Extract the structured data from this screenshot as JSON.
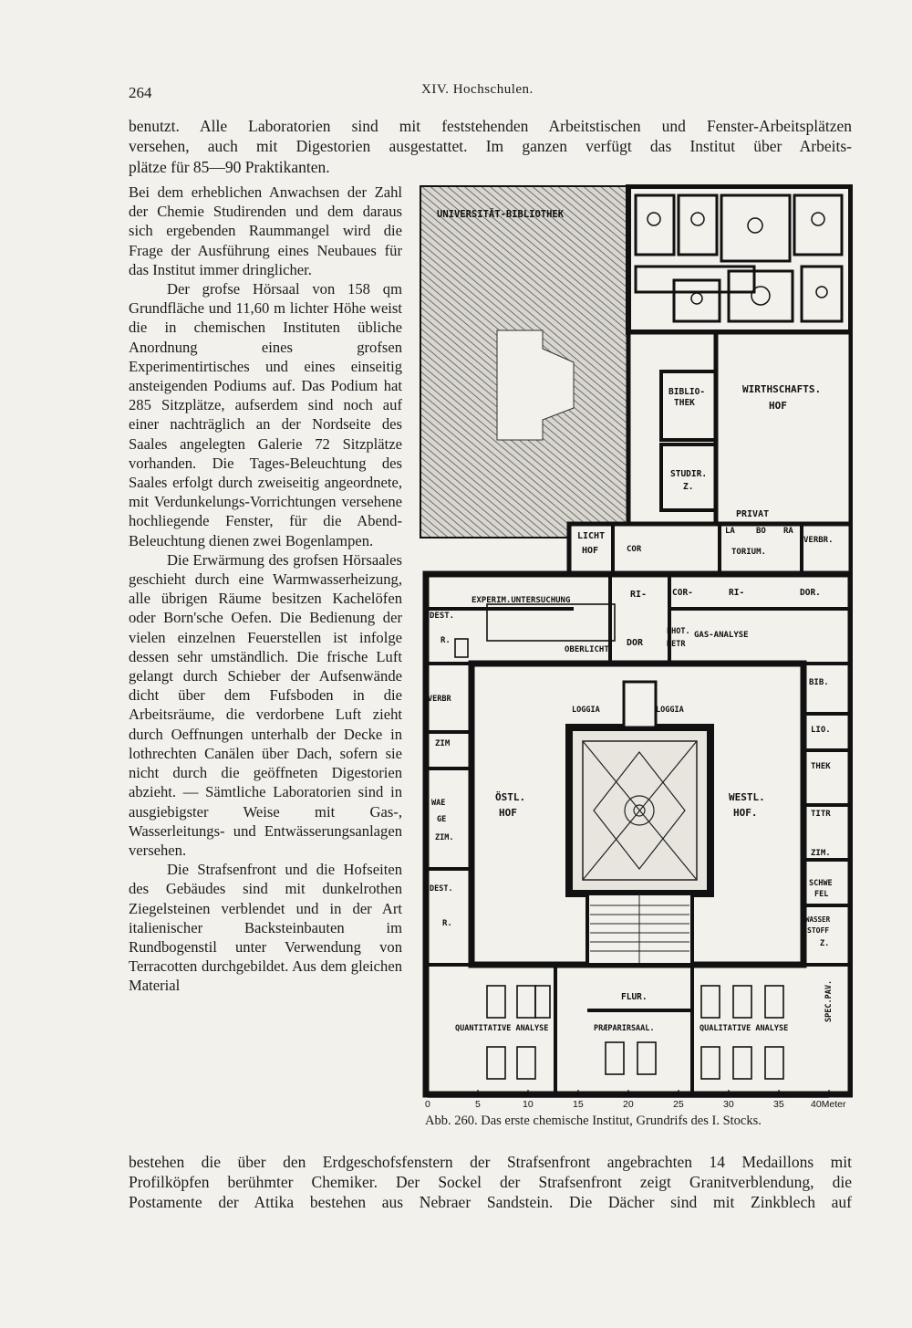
{
  "header": {
    "page_number": "264",
    "running_title": "XIV. Hochschulen."
  },
  "top_lines": [
    "benutzt. Alle Laboratorien sind mit feststehenden Arbeitstischen und Fenster-Arbeitsplätzen",
    "versehen, auch mit Digestorien ausgestattet. Im ganzen verfügt das Institut über Arbeits-",
    "plätze für 85—90 Praktikanten."
  ],
  "column_paragraphs": [
    "Bei dem erheblichen Anwachsen der Zahl der Chemie Studirenden und dem daraus sich ergebenden Raummangel wird die Frage der Ausführung eines Neubaues für das Institut immer dringlicher.",
    "Der grofse Hörsaal von 158 qm Grundfläche und 11,60 m lichter Höhe weist die in chemischen Instituten übliche Anordnung eines grofsen Experimentirtisches und eines einseitig ansteigenden Podiums auf. Das Podium hat 285 Sitzplätze, aufserdem sind noch auf einer nachträglich an der Nordseite des Saales angelegten Galerie 72 Sitzplätze vorhanden. Die Tages-Beleuchtung des Saales erfolgt durch zweiseitig angeordnete, mit Verdunkelungs-Vorrichtungen versehene hochliegende Fenster, für die Abend-Beleuchtung dienen zwei Bogenlampen.",
    "Die Erwärmung des grofsen Hörsaales geschieht durch eine Warmwasserheizung, alle übrigen Räume besitzen Kachelöfen oder Born'sche Oefen. Die Bedienung der vielen einzelnen Feuerstellen ist infolge dessen sehr umständlich. Die frische Luft gelangt durch Schieber der Aufsenwände dicht über dem Fufsboden in die Arbeitsräume, die verdorbene Luft zieht durch Oeffnungen unterhalb der Decke in lothrechten Canälen über Dach, sofern sie nicht durch die geöffneten Digestorien abzieht. — Sämtliche Laboratorien sind in ausgiebigster Weise mit Gas-, Wasserleitungs- und Entwässerungsanlagen versehen.",
    "Die Strafsenfront und die Hofseiten des Gebäudes sind mit dunkelrothen Ziegelsteinen verblendet und in der Art italienischer Backsteinbauten im Rundbogenstil unter Verwendung von Terracotten durchgebildet. Aus dem gleichen Material"
  ],
  "bottom_lines": [
    "bestehen die über den Erdgeschofsfenstern der Strafsenfront angebrachten 14 Medaillons mit",
    "Profilköpfen berühmter Chemiker. Der Sockel der Strafsenfront zeigt Granitverblendung, die",
    "Postamente der Attika bestehen aus Nebraer Sandstein. Die Dächer sind mit Zinkblech auf"
  ],
  "figure": {
    "caption": "Abb. 260. Das erste chemische Institut, Grundrifs des I. Stocks.",
    "labels": {
      "universitaet": "UNIVERSITÄT-BIBLIOTHEK",
      "wirthschafts": "WIRTHSCHAFTS.",
      "hof": "HOF",
      "biblio": "BIBLIO-",
      "thek": "THEK",
      "studir": "STUDIR.",
      "z": "Z.",
      "licht": "LICHT",
      "privat": "PRIVAT",
      "la": "LA",
      "bo": "BO",
      "ra": "RA",
      "torium": "TORIUM.",
      "verbr": "VERBR.",
      "cor": "COR",
      "experim": "EXPERIM.UNTERSUCHUNG",
      "ri": "RI-",
      "cor2": "COR-",
      "ri2": "RI-",
      "dor": "DOR.",
      "dest": "DEST.",
      "r": "R.",
      "oberlicht": "OBERLICHT",
      "dor2": "DOR",
      "phot": "PHOT.",
      "netr": "NETR",
      "gasanalyse": "GAS-ANALYSE",
      "bib": "BIB.",
      "lio": "LIO.",
      "thek2": "THEK",
      "verbr2": "VERBR",
      "zim": "ZIM",
      "loggia": "LOGGIA",
      "oestl": "ÖSTL.",
      "westl": "WESTL.",
      "hof2": "HOF.",
      "wae": "WAE",
      "ge": "GE",
      "zim2": "ZIM.",
      "titr": "TITR",
      "zim3": "ZIM.",
      "schwe": "SCHWE",
      "fel": "FEL",
      "wasser": "WASSER",
      "stoff": "STOFF",
      "z2": "Z.",
      "dest2": "DEST.",
      "r2": "R.",
      "flur": "FLUR.",
      "specpav": "SPEC.PAV.",
      "quant": "QUANTITATIVE ANALYSE",
      "praep": "PRÆPARIRSAAL.",
      "qual": "QUALITATIVE ANALYSE"
    },
    "scale": {
      "ticks": [
        "0",
        "5",
        "10",
        "15",
        "20",
        "25",
        "30",
        "35",
        "40Meter"
      ]
    }
  }
}
